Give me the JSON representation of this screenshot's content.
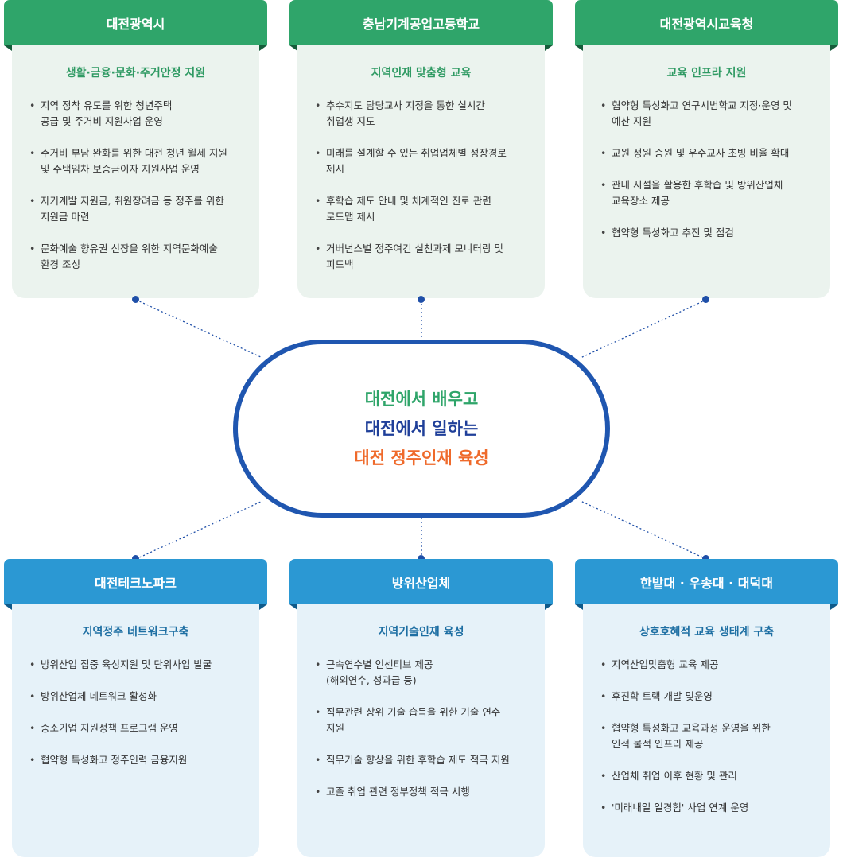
{
  "center": {
    "line1": "대전에서 배우고",
    "line2": "대전에서 일하는",
    "line3": "대전 정주인재 육성",
    "colors": {
      "line1": "#2fa56a",
      "line2": "#1f3f99",
      "line3": "#ef6a2b",
      "border": "#1f56b0"
    }
  },
  "panels": [
    {
      "title": "대전광역시",
      "subtitle": "생활·금융·문화·주거안정 지원",
      "items": [
        "지역 정착 유도를 위한 청년주택\n공급 및 주거비 지원사업 운영",
        "주거비 부담 완화를 위한 대전 청년 월세 지원\n및 주택임차 보증금이자 지원사업 운영",
        "자기계발 지원금, 취원장려금 등 정주를 위한\n지원금 마련",
        "문화예술 향유권 신장을 위한 지역문화예술\n환경 조성"
      ]
    },
    {
      "title": "충남기계공업고등학교",
      "subtitle": "지역인재 맞춤형 교육",
      "items": [
        "추수지도 담당교사 지정을 통한 실시간\n취업생 지도",
        "미래를 설계할 수 있는 취업업체별 성장경로\n제시",
        "후학습 제도 안내 및 체계적인 진로 관련\n로드맵 제시",
        "거버넌스별 정주여건 실천과제 모니터링 및\n피드백"
      ]
    },
    {
      "title": "대전광역시교육청",
      "subtitle": "교육 인프라 지원",
      "items": [
        "협약형 특성화고 연구시범학교 지정·운영 및\n예산 지원",
        "교원 정원 증원 및 우수교사 초빙 비율 확대",
        "관내 시설을 활용한 후학습 및 방위산업체\n교육장소 제공",
        "협약형 특성화고 추진 및 점검"
      ]
    },
    {
      "title": "대전테크노파크",
      "subtitle": "지역정주 네트워크구축",
      "items": [
        "방위산업 집중 육성지원 및 단위사업 발굴",
        "방위산업체 네트워크 활성화",
        "중소기업 지원정책 프로그램 운영",
        "협약형 특성화고 정주인력 금융지원"
      ]
    },
    {
      "title": "방위산업체",
      "subtitle": "지역기술인재 육성",
      "items": [
        "근속연수별 인센티브 제공\n(해외연수, 성과급 등)",
        "직무관련 상위 기술 습득을 위한 기술 연수\n지원",
        "직무기술 향상을 위한 후학습 제도 적극 지원",
        "고졸 취업 관련 정부정책 적극 시행"
      ]
    },
    {
      "title": "한밭대 · 우송대 · 대덕대",
      "subtitle": "상호호혜적 교육 생태계 구축",
      "items": [
        "지역산업맞춤형 교육 제공",
        "후진학 트랙 개발 및운영",
        "협약형 특성화고 교육과정 운영을 위한\n인적 물적 인프라 제공",
        "산업체 취업 이후 현황 및 관리",
        "'미래내일 일경험' 사업 연계 운영"
      ]
    }
  ],
  "colors": {
    "top_tab": "#2fa56a",
    "top_body": "#ebf3ee",
    "bottom_tab": "#2b98d3",
    "bottom_body": "#e6f2f9",
    "connector": "#1f4fa8"
  }
}
